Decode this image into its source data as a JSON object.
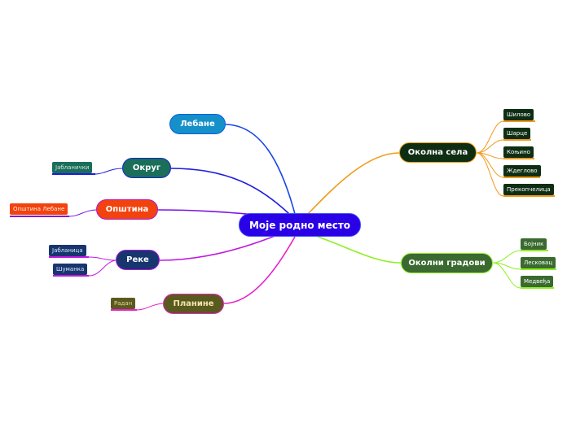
{
  "root": {
    "label": "Моје родно место",
    "color": "#2a00e6"
  },
  "branches": [
    {
      "label": "Лебане",
      "color": "#1590c8",
      "border": "#0c5ce8",
      "line": "#1a47e8",
      "children": []
    },
    {
      "label": "Округ",
      "color": "#1a6e5a",
      "border": "#1428c8",
      "line": "#1c1ce0",
      "children": [
        "Јабланички"
      ]
    },
    {
      "label": "Општина",
      "color": "#f2420d",
      "border": "#b016d8",
      "line": "#7a14e0",
      "children": [
        "Општина Лебане"
      ]
    },
    {
      "label": "Реке",
      "color": "#17366e",
      "border": "#b614e8",
      "line": "#c018e0",
      "children": [
        "Јабланица",
        "Шуманка"
      ]
    },
    {
      "label": "Планине",
      "color": "#5a5a1e",
      "border": "#e820c8",
      "line": "#e820c8",
      "children": [
        "Радан"
      ]
    },
    {
      "label": "Околна села",
      "color": "#0e2e14",
      "border": "#e89a10",
      "line": "#f29a1a",
      "children": [
        "Шилово",
        "Шарце",
        "Коњино",
        "Ждеглово",
        "Прекопчелица"
      ]
    },
    {
      "label": "Околни градови",
      "color": "#3a6a30",
      "border": "#8ef020",
      "line": "#8ef020",
      "children": [
        "Бојник",
        "Лесковац",
        "Медвеђа"
      ]
    }
  ]
}
